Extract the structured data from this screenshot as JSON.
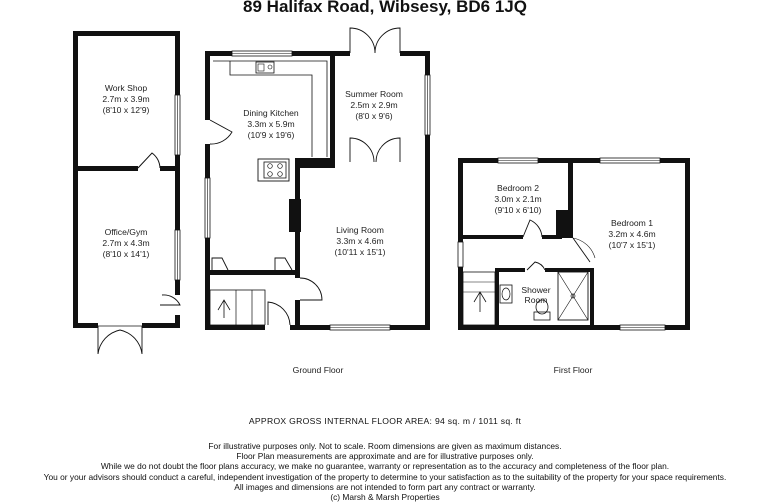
{
  "title": "89 Halifax Road, Wibsesy, BD6 1JQ",
  "rooms": {
    "workshop": {
      "name": "Work Shop",
      "metric": "2.7m x 3.9m",
      "imperial": "(8'10 x 12'9)"
    },
    "office": {
      "name": "Office/Gym",
      "metric": "2.7m x 4.3m",
      "imperial": "(8'10 x 14'1)"
    },
    "dining_kitchen": {
      "name": "Dining Kitchen",
      "metric": "3.3m x 5.9m",
      "imperial": "(10'9 x 19'6)"
    },
    "summer_room": {
      "name": "Summer Room",
      "metric": "2.5m x 2.9m",
      "imperial": "(8'0 x 9'6)"
    },
    "living_room": {
      "name": "Living Room",
      "metric": "3.3m x 4.6m",
      "imperial": "(10'11 x 15'1)"
    },
    "bedroom2": {
      "name": "Bedroom 2",
      "metric": "3.0m x 2.1m",
      "imperial": "(9'10 x 6'10)"
    },
    "bedroom1": {
      "name": "Bedroom 1",
      "metric": "3.2m x 4.6m",
      "imperial": "(10'7 x 15'1)"
    },
    "shower_room": {
      "name": "Shower Room",
      "line1": "Shower",
      "line2": "Room"
    }
  },
  "floors": {
    "ground": "Ground Floor",
    "first": "First Floor"
  },
  "area": "APPROX GROSS INTERNAL FLOOR AREA:  94 sq. m  / 1011 sq. ft",
  "disclaimer": [
    "For illustrative purposes only.  Not to scale.  Room dimensions are given as maximum distances.",
    "Floor Plan measurements are approximate and are for illustrative purposes only.",
    "While we do not doubt the floor plans accuracy, we make no guarantee, warranty or representation as to the accuracy and completeness of the floor plan.",
    "You or your advisors should conduct a careful, independent investigation of the property to determine to your satisfaction as to the suitability of the property for your space requirements.",
    "All images and dimensions are not intended to form part any contract or warranty.",
    "(c) Marsh & Marsh Properties"
  ]
}
